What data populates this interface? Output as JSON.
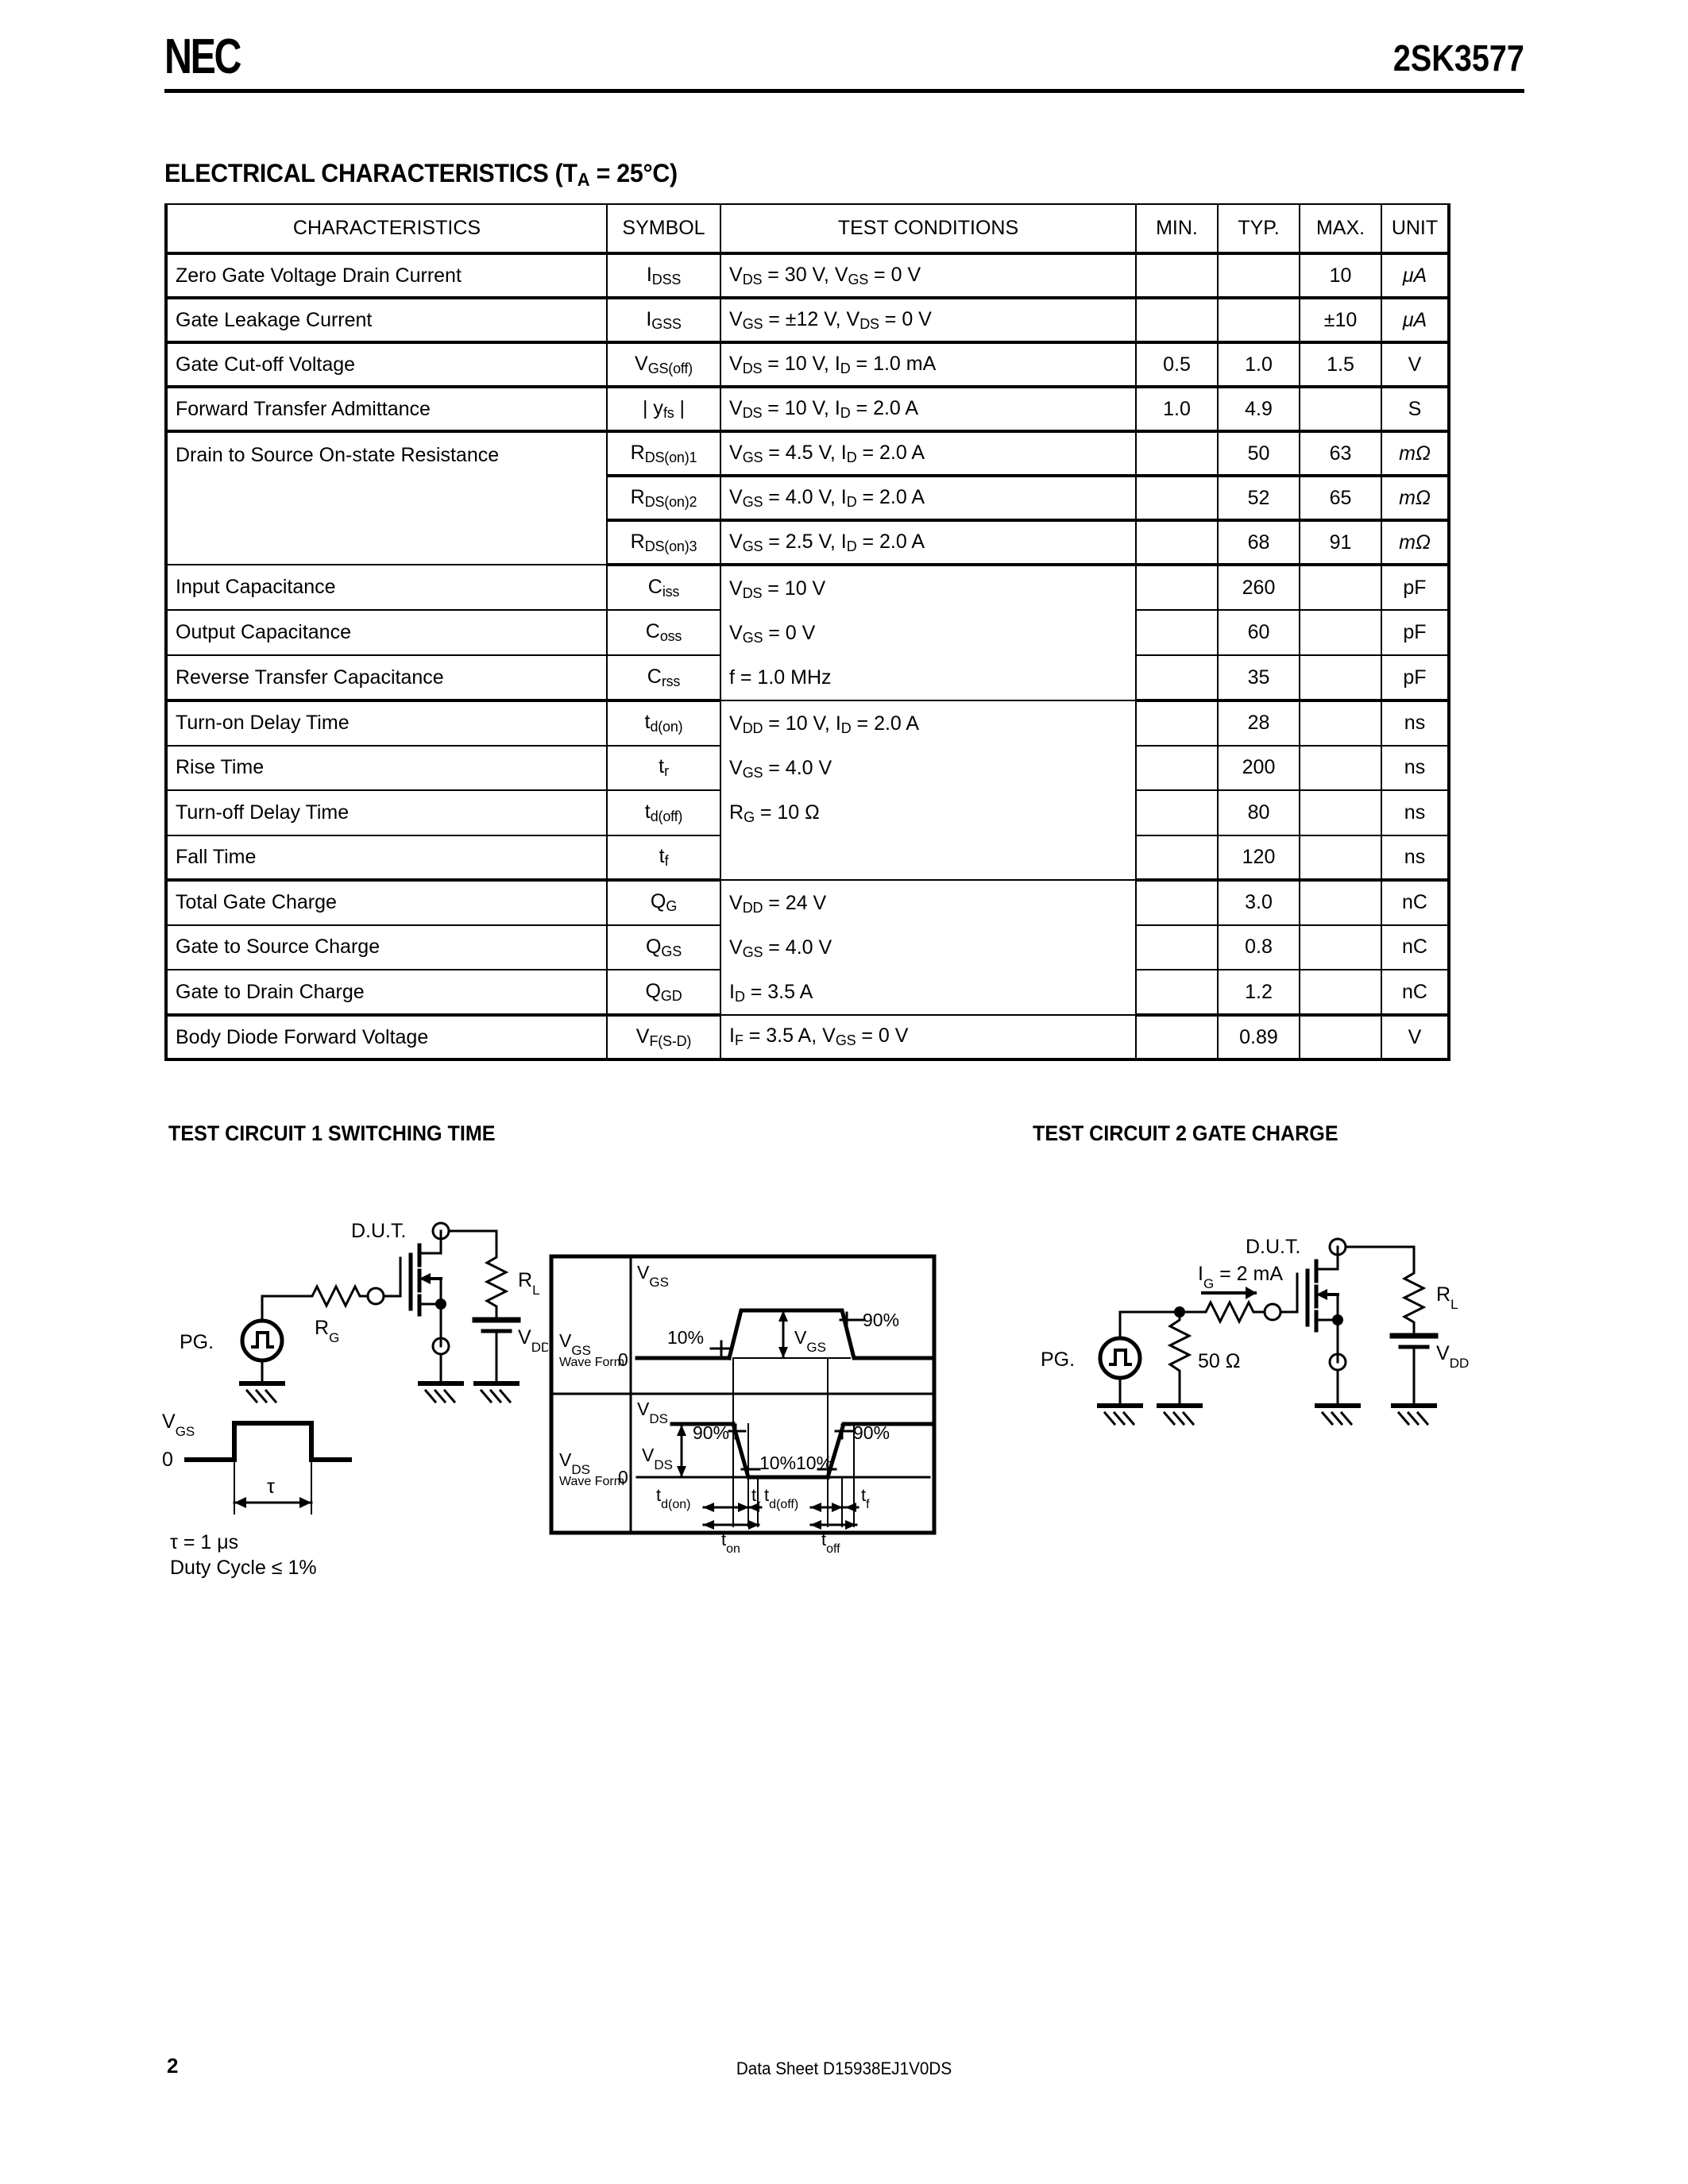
{
  "header": {
    "logo": "NEC",
    "part_number": "2SK3577"
  },
  "section": {
    "title_prefix": "ELECTRICAL CHARACTERISTICS (T",
    "title_sub": "A",
    "title_suffix": " = 25°C)"
  },
  "table": {
    "columns": [
      "CHARACTERISTICS",
      "SYMBOL",
      "TEST CONDITIONS",
      "MIN.",
      "TYP.",
      "MAX.",
      "UNIT"
    ],
    "rows": [
      {
        "characteristic": "Zero Gate Voltage Drain Current",
        "symbol": "I",
        "symbol_sub": "DSS",
        "condition": "V<sub>DS</sub> = 30 V, V<sub>GS</sub> = 0 V",
        "min": "",
        "typ": "",
        "max": "10",
        "unit": "μA"
      },
      {
        "characteristic": "Gate Leakage Current",
        "symbol": "I",
        "symbol_sub": "GSS",
        "condition": "V<sub>GS</sub> = ±12 V, V<sub>DS</sub> = 0 V",
        "min": "",
        "typ": "",
        "max": "±10",
        "unit": "μA"
      },
      {
        "characteristic": "Gate Cut-off Voltage",
        "symbol": "V",
        "symbol_sub": "GS(off)",
        "condition": "V<sub>DS</sub> = 10 V, I<sub>D</sub> = 1.0 mA",
        "min": "0.5",
        "typ": "1.0",
        "max": "1.5",
        "unit": "V"
      },
      {
        "characteristic": "Forward Transfer Admittance",
        "symbol": "| y",
        "symbol_sub": "fs",
        "symbol_tail": " |",
        "condition": "V<sub>DS</sub> = 10 V, I<sub>D</sub> = 2.0 A",
        "min": "1.0",
        "typ": "4.9",
        "max": "",
        "unit": "S"
      },
      {
        "characteristic": "Drain to Source On-state Resistance",
        "symbol": "R",
        "symbol_sub": "DS(on)1",
        "condition": "V<sub>GS</sub> = 4.5 V, I<sub>D</sub> = 2.0 A",
        "min": "",
        "typ": "50",
        "max": "63",
        "unit": "mΩ"
      },
      {
        "characteristic": "",
        "symbol": "R",
        "symbol_sub": "DS(on)2",
        "condition": "V<sub>GS</sub> = 4.0 V, I<sub>D</sub> = 2.0 A",
        "min": "",
        "typ": "52",
        "max": "65",
        "unit": "mΩ"
      },
      {
        "characteristic": "",
        "symbol": "R",
        "symbol_sub": "DS(on)3",
        "condition": "V<sub>GS</sub> = 2.5 V, I<sub>D</sub> = 2.0 A",
        "min": "",
        "typ": "68",
        "max": "91",
        "unit": "mΩ"
      },
      {
        "characteristic": "Input Capacitance",
        "symbol": "C",
        "symbol_sub": "iss",
        "condition": "V<sub>DS</sub> = 10 V",
        "group": "cap",
        "min": "",
        "typ": "260",
        "max": "",
        "unit": "pF"
      },
      {
        "characteristic": "Output Capacitance",
        "symbol": "C",
        "symbol_sub": "oss",
        "condition": "V<sub>GS</sub> = 0 V",
        "group": "cap",
        "min": "",
        "typ": "60",
        "max": "",
        "unit": "pF"
      },
      {
        "characteristic": "Reverse Transfer Capacitance",
        "symbol": "C",
        "symbol_sub": "rss",
        "condition": "f = 1.0 MHz",
        "group": "cap",
        "min": "",
        "typ": "35",
        "max": "",
        "unit": "pF"
      },
      {
        "characteristic": "Turn-on Delay Time",
        "symbol": "t",
        "symbol_sub": "d(on)",
        "condition": "V<sub>DD</sub> = 10 V, I<sub>D</sub> = 2.0 A",
        "group": "sw",
        "min": "",
        "typ": "28",
        "max": "",
        "unit": "ns"
      },
      {
        "characteristic": "Rise Time",
        "symbol": "t",
        "symbol_sub": "r",
        "condition": "V<sub>GS</sub> = 4.0 V",
        "group": "sw",
        "min": "",
        "typ": "200",
        "max": "",
        "unit": "ns"
      },
      {
        "characteristic": "Turn-off Delay Time",
        "symbol": "t",
        "symbol_sub": "d(off)",
        "condition": "R<sub>G</sub> = 10 Ω",
        "group": "sw",
        "min": "",
        "typ": "80",
        "max": "",
        "unit": "ns"
      },
      {
        "characteristic": "Fall Time",
        "symbol": "t",
        "symbol_sub": "f",
        "condition": "",
        "group": "sw",
        "min": "",
        "typ": "120",
        "max": "",
        "unit": "ns"
      },
      {
        "characteristic": "Total Gate Charge",
        "symbol": "Q",
        "symbol_sub": "G",
        "condition": "V<sub>DD</sub>  = 24 V",
        "group": "qg",
        "min": "",
        "typ": "3.0",
        "max": "",
        "unit": "nC"
      },
      {
        "characteristic": "Gate to Source Charge",
        "symbol": "Q",
        "symbol_sub": "GS",
        "condition": "V<sub>GS</sub> = 4.0 V",
        "group": "qg",
        "min": "",
        "typ": "0.8",
        "max": "",
        "unit": "nC"
      },
      {
        "characteristic": "Gate to Drain Charge",
        "symbol": "Q",
        "symbol_sub": "GD",
        "condition": "I<sub>D</sub> = 3.5 A",
        "group": "qg",
        "min": "",
        "typ": "1.2",
        "max": "",
        "unit": "nC"
      },
      {
        "characteristic": "Body Diode Forward Voltage",
        "symbol": "V",
        "symbol_sub": "F(S-D)",
        "condition": "I<sub>F</sub> = 3.5 A, V<sub>GS</sub> = 0 V",
        "min": "",
        "typ": "0.89",
        "max": "",
        "unit": "V"
      }
    ]
  },
  "test_circuit_1": {
    "heading": "TEST CIRCUIT 1  SWITCHING TIME",
    "labels": {
      "dut": "D.U.T.",
      "pg": "PG.",
      "rg": "R",
      "rg_sub": "G",
      "rl": "R",
      "rl_sub": "L",
      "vdd": "V",
      "vdd_sub": "DD",
      "vgs": "V",
      "vgs_sub": "GS",
      "zero": "0",
      "tau": "τ",
      "note1": "τ = 1 μs",
      "note2": "Duty Cycle ≤ 1%"
    }
  },
  "waveform": {
    "row1_label": "V",
    "row1_label_sub": "GS",
    "row1_sublabel": "Wave Form",
    "row2_label": "V",
    "row2_label_sub": "DS",
    "row2_sublabel": "Wave Form",
    "vgs_axis": "V",
    "vgs_axis_sub": "GS",
    "vds_axis": "V",
    "vds_axis_sub": "DS",
    "zero": "0",
    "pct10": "10%",
    "pct90": "90%",
    "vgs_amp": "V",
    "vgs_amp_sub": "GS",
    "vds_amp": "V",
    "vds_amp_sub": "DS",
    "td_on": "t",
    "td_on_sub": "d(on)",
    "tr": "t",
    "tr_sub": "r",
    "td_off": "t",
    "td_off_sub": "d(off)",
    "tf": "t",
    "tf_sub": "f",
    "t_on": "t",
    "t_on_sub": "on",
    "t_off": "t",
    "t_off_sub": "off"
  },
  "test_circuit_2": {
    "heading": "TEST CIRCUIT 2  GATE CHARGE",
    "labels": {
      "dut": "D.U.T.",
      "pg": "PG.",
      "ig": "I",
      "ig_sub": "G",
      "ig_val": " = 2 mA",
      "r50": "50 Ω",
      "rl": "R",
      "rl_sub": "L",
      "vdd": "V",
      "vdd_sub": "DD"
    }
  },
  "footer": {
    "page": "2",
    "doc": "Data Sheet  D15938EJ1V0DS"
  }
}
